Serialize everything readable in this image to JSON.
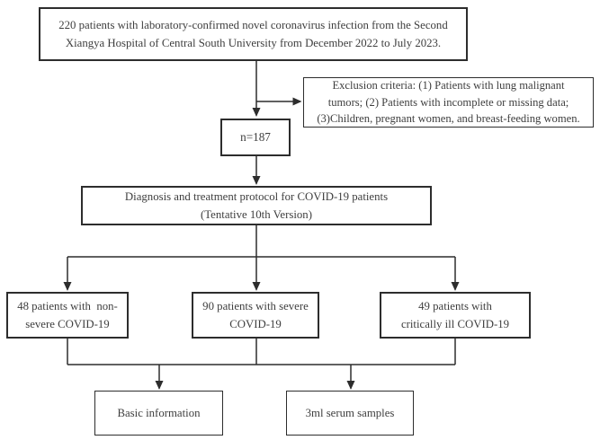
{
  "flowchart": {
    "line_color": "#2d2d2d",
    "text_color": "#3e3e3e",
    "background_color": "#ffffff",
    "nodes": {
      "enrollment": "220 patients with laboratory-confirmed novel coronavirus infection from the Second\nXiangya Hospital of Central South University from December 2022 to July 2023.",
      "exclusion": "Exclusion criteria: (1) Patients with lung malignant\ntumors; (2) Patients with incomplete or missing data;\n(3)Children, pregnant women, and breast-feeding women.",
      "included_n": "n=187",
      "protocol": "Diagnosis and treatment protocol for COVID-19 patients\n(Tentative 10th Version)",
      "group_non_severe": "48 patients with  non-\nsevere COVID-19",
      "group_severe": "90 patients with severe\nCOVID-19",
      "group_critical": "49 patients with\ncritically ill COVID-19",
      "basic_information": "Basic information",
      "serum_samples": "3ml serum samples"
    },
    "edges": [
      {
        "from": "enrollment",
        "to": "included_n",
        "arrow": true
      },
      {
        "from": "enrollment",
        "to": "exclusion",
        "arrow": true
      },
      {
        "from": "included_n",
        "to": "protocol",
        "arrow": true
      },
      {
        "from": "protocol",
        "to": "group_non_severe",
        "arrow": true
      },
      {
        "from": "protocol",
        "to": "group_severe",
        "arrow": true
      },
      {
        "from": "protocol",
        "to": "group_critical",
        "arrow": true
      },
      {
        "from": "group_non_severe",
        "to": "basic_information",
        "arrow": true
      },
      {
        "from": "group_severe",
        "to": "basic_information",
        "arrow": true
      },
      {
        "from": "group_critical",
        "to": "serum_samples",
        "arrow": true
      },
      {
        "from": "groups_all",
        "to": "serum_samples",
        "arrow": true
      }
    ]
  }
}
